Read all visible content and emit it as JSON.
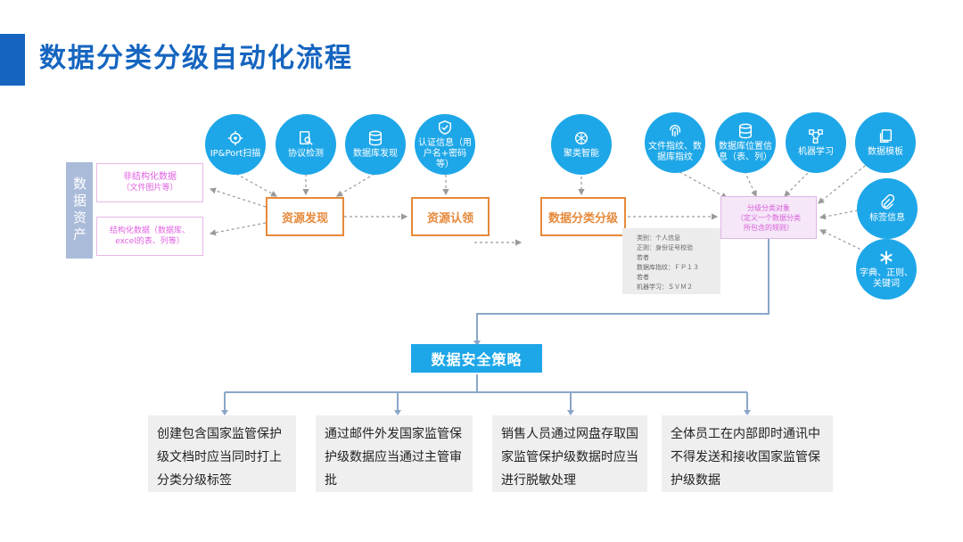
{
  "title": "数据分类分级自动化流程",
  "data_assets": {
    "label": "数据资产",
    "unstructured_title": "非结构化数据",
    "unstructured_sub": "（文件图片等）",
    "structured": "结构化数据（数据库、excel的表、列等）"
  },
  "steps": {
    "discovery": "资源发现",
    "auth": "资源认领",
    "classify": "数据分类分级"
  },
  "circles": {
    "ip_scan": "IP&Port扫描",
    "protocol": "协议检测",
    "db_discovery": "数据库发现",
    "auth_info": "认证信息（用户名+密码等）",
    "clustering": "聚类智能",
    "fingerprint": "文件指纹、数据库指纹",
    "db_location": "数据库位置信息（表、列）",
    "ml": "机器学习",
    "template": "数据模板",
    "tag": "标签信息",
    "dict": "字典、正则、关键词"
  },
  "target": {
    "line1": "分级分类对象",
    "line2": "（定义一个数据分类",
    "line3": "所包含的规则）"
  },
  "note": {
    "l1": "类别：个人信息",
    "l2": "正则：身份证号校验",
    "l3": "若者",
    "l4": "数据库指纹：ＦＰ１３",
    "l5": "若者",
    "l6": "机器学习：ＳＶＭ２"
  },
  "policy": "数据安全策略",
  "rules": [
    "创建包含国家监管保护级文档时应当同时打上分类分级标签",
    "通过邮件外发国家监管保护级数据应当通过主管审批",
    "销售人员通过网盘存取国家监管保护级数据时应当进行脱敏处理",
    "全体员工在内部即时通讯中不得发送和接收国家监管保护级数据"
  ],
  "colors": {
    "title": "#1565c0",
    "circle": "#1ea7e8",
    "step_border": "#e6893a",
    "asset_text": "#e060e0"
  },
  "icons": {
    "ip_scan": "target-icon",
    "protocol": "document-search-icon",
    "db_discovery": "database-icon",
    "auth_info": "shield-check-icon",
    "clustering": "network-icon",
    "fingerprint": "fingerprint-icon",
    "db_location": "database-icon",
    "ml": "graph-node-icon",
    "template": "copy-icon",
    "tag": "paperclip-icon",
    "dict": "asterisk-icon"
  }
}
